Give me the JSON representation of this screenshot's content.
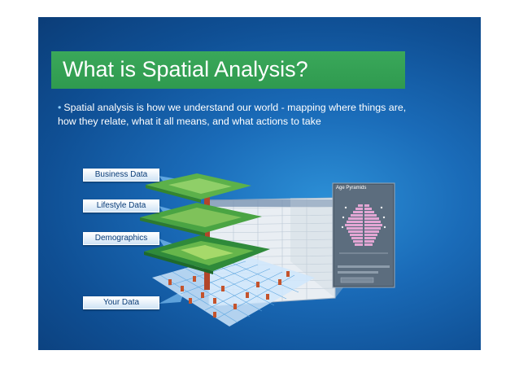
{
  "slide": {
    "title": "What is Spatial Analysis?",
    "bullet": "Spatial analysis is how we understand our world - mapping where things are, how they relate, what it all means, and what actions to take"
  },
  "layers": [
    {
      "label": "Business Data"
    },
    {
      "label": "Lifestyle Data"
    },
    {
      "label": "Demographics"
    },
    {
      "label": "Your Data"
    }
  ],
  "panel": {
    "title": "Age Pyramids"
  },
  "colors": {
    "slide_bg": "#1a6bb8",
    "title_bar": "#34a853",
    "map_green": "#3f9e3a",
    "trunk": "#b2462a"
  }
}
